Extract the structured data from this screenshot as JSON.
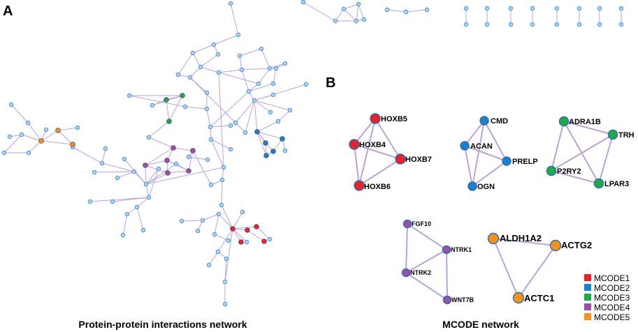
{
  "panel_a": {
    "letter": "A",
    "caption": "Protein-protein interactions network"
  },
  "panel_b": {
    "letter": "B",
    "caption": "MCODE network",
    "clusters": [
      {
        "name": "MCODE1",
        "color": "#e8222a",
        "nodes": [
          "HOXB5",
          "HOXB4",
          "HOXB7",
          "HOXB6"
        ],
        "edges": [
          [
            "HOXB5",
            "HOXB4"
          ],
          [
            "HOXB5",
            "HOXB7"
          ],
          [
            "HOXB5",
            "HOXB6"
          ],
          [
            "HOXB4",
            "HOXB7"
          ],
          [
            "HOXB4",
            "HOXB6"
          ],
          [
            "HOXB7",
            "HOXB6"
          ]
        ]
      },
      {
        "name": "MCODE2",
        "color": "#1f7fc4",
        "nodes": [
          "CMD",
          "ACAN",
          "PRELP",
          "OGN"
        ],
        "edges": [
          [
            "CMD",
            "ACAN"
          ],
          [
            "CMD",
            "PRELP"
          ],
          [
            "CMD",
            "OGN"
          ],
          [
            "ACAN",
            "PRELP"
          ],
          [
            "ACAN",
            "OGN"
          ],
          [
            "PRELP",
            "OGN"
          ]
        ]
      },
      {
        "name": "MCODE3",
        "color": "#22a847",
        "nodes": [
          "ADRA1B",
          "TRH",
          "P2RY2",
          "LPAR3"
        ],
        "edges": [
          [
            "ADRA1B",
            "TRH"
          ],
          [
            "ADRA1B",
            "P2RY2"
          ],
          [
            "ADRA1B",
            "LPAR3"
          ],
          [
            "TRH",
            "P2RY2"
          ],
          [
            "TRH",
            "LPAR3"
          ],
          [
            "P2RY2",
            "LPAR3"
          ]
        ]
      },
      {
        "name": "MCODE4",
        "color": "#9b4fa6",
        "nodes": [
          "FGF10",
          "NTRK1",
          "NTRK2",
          "WNT7B"
        ],
        "edges": [
          [
            "FGF10",
            "NTRK1"
          ],
          [
            "FGF10",
            "NTRK2"
          ],
          [
            "NTRK1",
            "NTRK2"
          ],
          [
            "NTRK1",
            "WNT7B"
          ],
          [
            "NTRK2",
            "WNT7B"
          ]
        ]
      },
      {
        "name": "MCODE5",
        "color": "#f39221",
        "nodes": [
          "ALDH1A2",
          "ACTG2",
          "ACTC1"
        ],
        "edges": [
          [
            "ALDH1A2",
            "ACTG2"
          ],
          [
            "ALDH1A2",
            "ACTC1"
          ],
          [
            "ACTG2",
            "ACTC1"
          ]
        ]
      }
    ]
  },
  "legend": [
    {
      "label": "MCODE1",
      "color": "#e8222a"
    },
    {
      "label": "MCODE2",
      "color": "#1f7fc4"
    },
    {
      "label": "MCODE3",
      "color": "#22a847"
    },
    {
      "label": "MCODE4",
      "color": "#9b4fa6"
    },
    {
      "label": "MCODE5",
      "color": "#f39221"
    }
  ],
  "style": {
    "edge_color": "#b9a3d6",
    "default_node_fill": "#a9d3f0",
    "default_node_stroke": "#3b87c6",
    "cluster_node_stroke": "#2a6cb0"
  }
}
